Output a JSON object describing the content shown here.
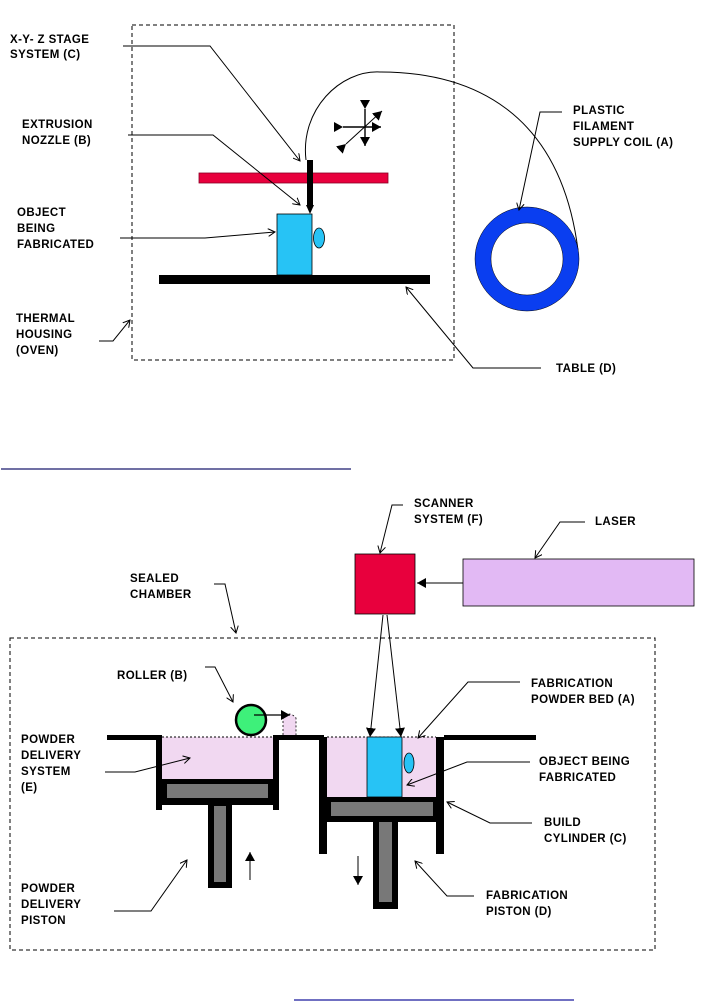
{
  "colors": {
    "nozzle_bar": "#e8003d",
    "object": "#27c3f5",
    "coil": "#0a3ef0",
    "scanner": "#e8003d",
    "laser": "#e2b9f4",
    "powder": "#f1d8f1",
    "roller": "#3ef07a",
    "piston": "#787878",
    "rule": "#1a1a6e"
  },
  "fdm_diagram": {
    "labels": {
      "stage_line1": "X-Y- Z  STAGE",
      "stage_line2": "SYSTEM (C)",
      "nozzle_line1": "EXTRUSION",
      "nozzle_line2": "NOZZLE (B)",
      "object_line1": "OBJECT",
      "object_line2": "BEING",
      "object_line3": "FABRICATED",
      "housing_line1": "THERMAL",
      "housing_line2": "HOUSING",
      "housing_line3": "(OVEN)",
      "coil_line1": "PLASTIC",
      "coil_line2": "FILAMENT",
      "coil_line3": "SUPPLY COIL (A)",
      "table": "TABLE (D)"
    }
  },
  "sls_diagram": {
    "labels": {
      "scanner_line1": "SCANNER",
      "scanner_line2": "SYSTEM (F)",
      "laser": "LASER",
      "chamber_line1": "SEALED",
      "chamber_line2": "CHAMBER",
      "roller": "ROLLER (B)",
      "powder_bed_line1": "FABRICATION",
      "powder_bed_line2": "POWDER BED (A)",
      "object_line1": "OBJECT BEING",
      "object_line2": "FABRICATED",
      "delivery_line1": "POWDER",
      "delivery_line2": "DELIVERY",
      "delivery_line3": "SYSTEM",
      "delivery_line4": "(E)",
      "build_line1": "BUILD",
      "build_line2": "CYLINDER (C)",
      "dpiston_line1": "POWDER",
      "dpiston_line2": "DELIVERY",
      "dpiston_line3": "PISTON",
      "fpiston_line1": "FABRICATION",
      "fpiston_line2": "PISTON (D)"
    }
  }
}
